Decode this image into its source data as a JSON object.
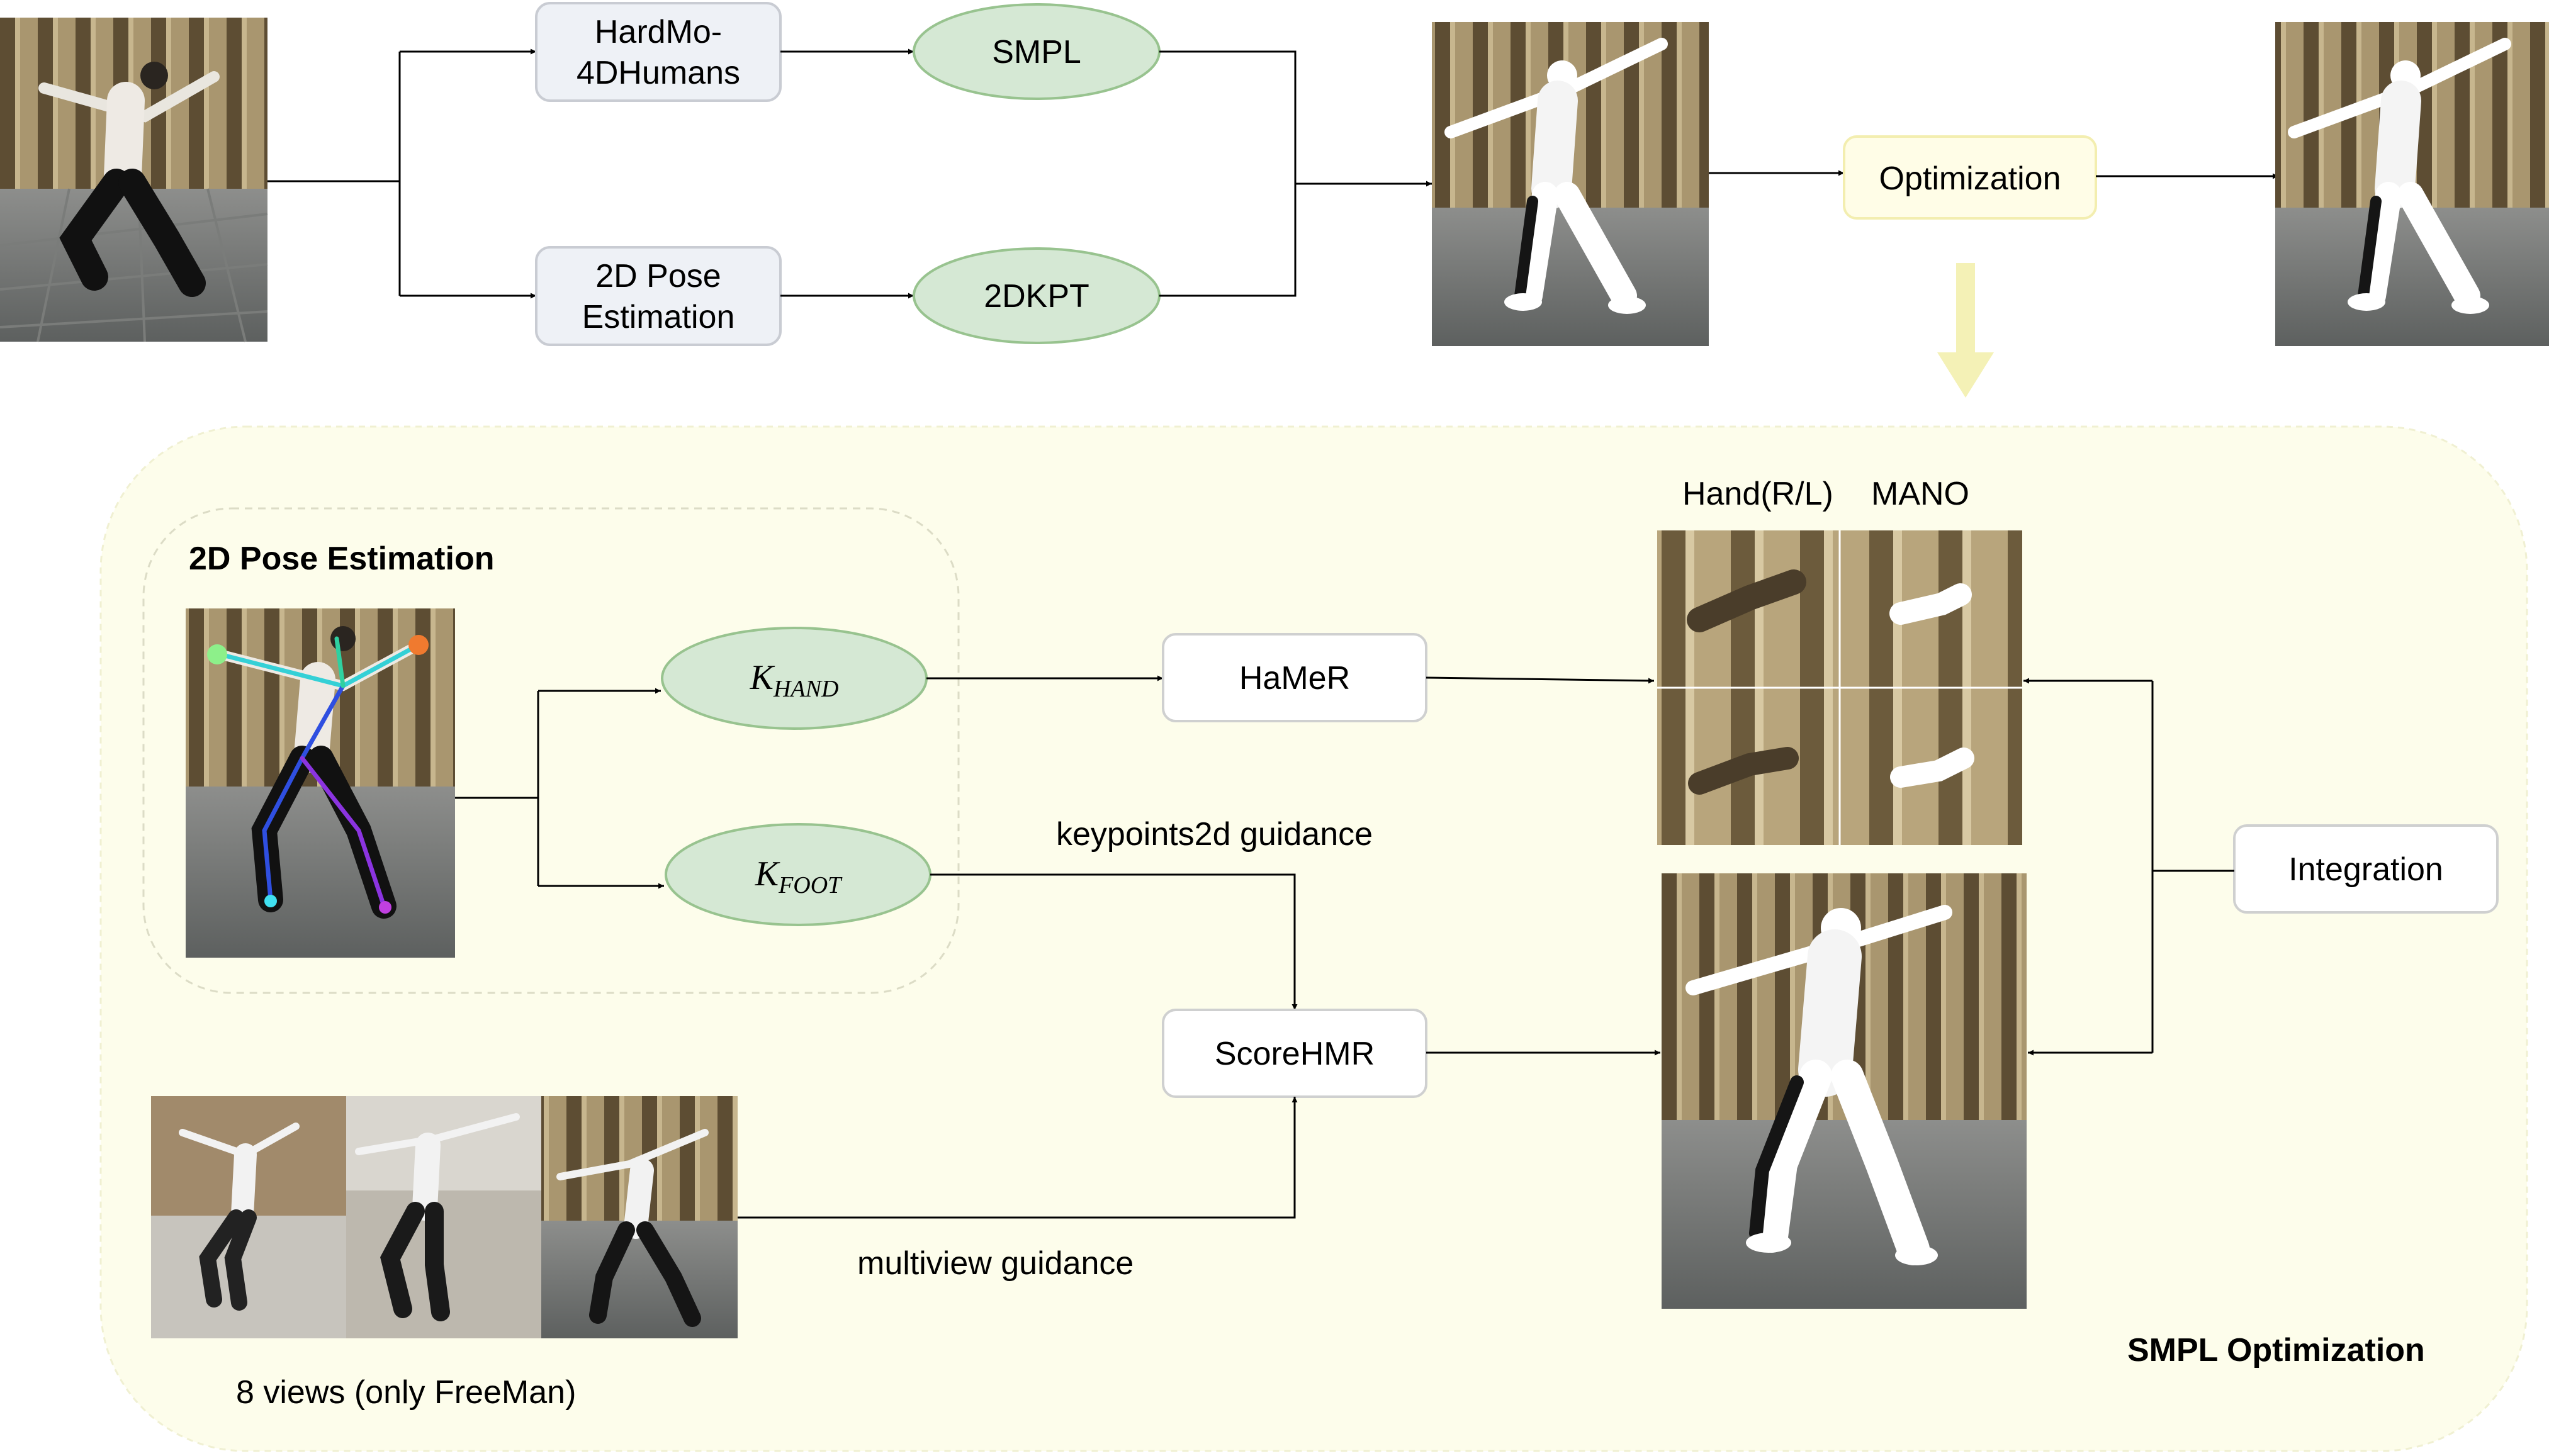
{
  "top": {
    "hardmo_label_1": "HardMo-",
    "hardmo_label_2": "4DHumans",
    "smpl_label": "SMPL",
    "pose_label_1": "2D Pose",
    "pose_label_2": "Estimation",
    "kpt_label": "2DKPT",
    "optimization_label": "Optimization"
  },
  "bottom": {
    "pose_section_title": "2D Pose Estimation",
    "k_hand_main": "K",
    "k_hand_sub": "HAND",
    "k_foot_main": "K",
    "k_foot_sub": "FOOT",
    "hamer_label": "HaMeR",
    "scorehmr_label": "ScoreHMR",
    "keypoints_guidance": "keypoints2d guidance",
    "multiview_guidance": "multiview guidance",
    "views_caption": "8 views (only FreeMan)",
    "hand_label": "Hand(R/L)",
    "mano_label": "MANO",
    "integration_label": "Integration",
    "section_title": "SMPL Optimization"
  },
  "colors": {
    "box_fill": "#eef1f6",
    "box_stroke": "#c9ccd3",
    "ellipse_fill": "#d5e8d4",
    "ellipse_stroke": "#98c38f",
    "opt_fill": "#fffde7",
    "opt_stroke": "#f3eeb0",
    "panel_fill": "#fdfdeb",
    "down_arrow": "#f4f1b6"
  }
}
